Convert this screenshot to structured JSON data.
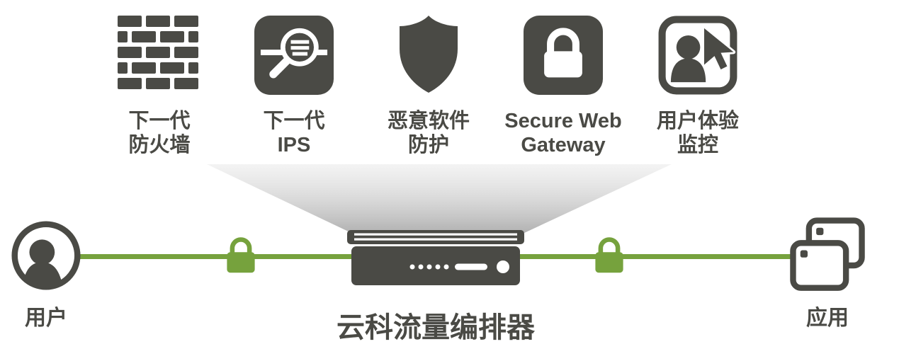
{
  "colors": {
    "dark": "#4a4a45",
    "green": "#76a23d",
    "funnel_top": "#d8d8d8",
    "funnel_bottom": "#9d9d9d"
  },
  "services": [
    {
      "name": "next-gen-firewall",
      "icon": "firewall-icon",
      "label_line1": "下一代",
      "label_line2": "防火墙"
    },
    {
      "name": "next-gen-ips",
      "icon": "ips-inspection-icon",
      "label_line1": "下一代",
      "label_line2": "IPS"
    },
    {
      "name": "malware-protection",
      "icon": "shield-icon",
      "label_line1": "恶意软件",
      "label_line2": "防护"
    },
    {
      "name": "secure-web-gateway",
      "icon": "padlock-square-icon",
      "label_line1": "Secure Web",
      "label_line2": "Gateway"
    },
    {
      "name": "user-experience-monitoring",
      "icon": "user-monitor-cursor-icon",
      "label_line1": "用户体验",
      "label_line2": "监控"
    }
  ],
  "flow": {
    "user_label": "用户",
    "device_label": "云科流量编排器",
    "apps_label": "应用",
    "left_lock_icon": "tls-lock-icon",
    "right_lock_icon": "tls-lock-icon",
    "device_icon": "appliance-server-icon",
    "user_icon": "user-circle-icon",
    "apps_icon": "applications-windows-icon"
  }
}
